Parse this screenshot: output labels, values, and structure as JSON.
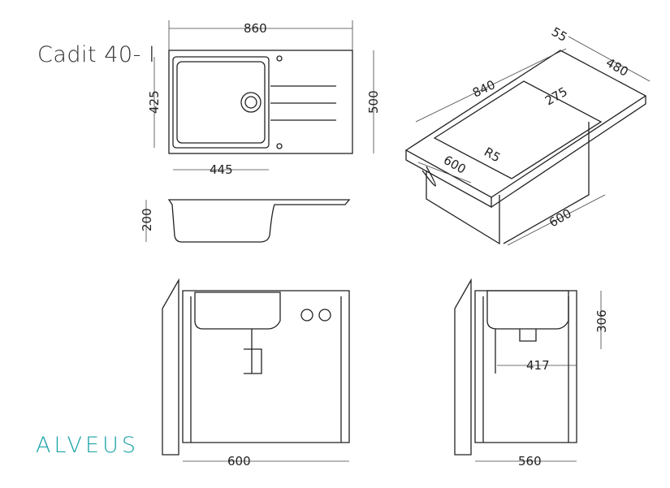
{
  "title": "Cadit 40- I",
  "logo": "ALVEUS",
  "colors": {
    "logo": "#1aa3a8",
    "lines": "#222222"
  },
  "dimensions": {
    "top_width": "860",
    "top_depth": "500",
    "bowl_depth": "425",
    "bowl_width": "445",
    "height": "200",
    "iso_edge": "55",
    "iso_depth": "480",
    "iso_width": "840",
    "iso_bowl": "275",
    "iso_radius": "R5",
    "iso_cabinet": "600",
    "iso_cabinet_depth": "600",
    "side_height": "306",
    "side_offset": "417",
    "front_cabinet": "600",
    "side_cabinet": "560"
  }
}
